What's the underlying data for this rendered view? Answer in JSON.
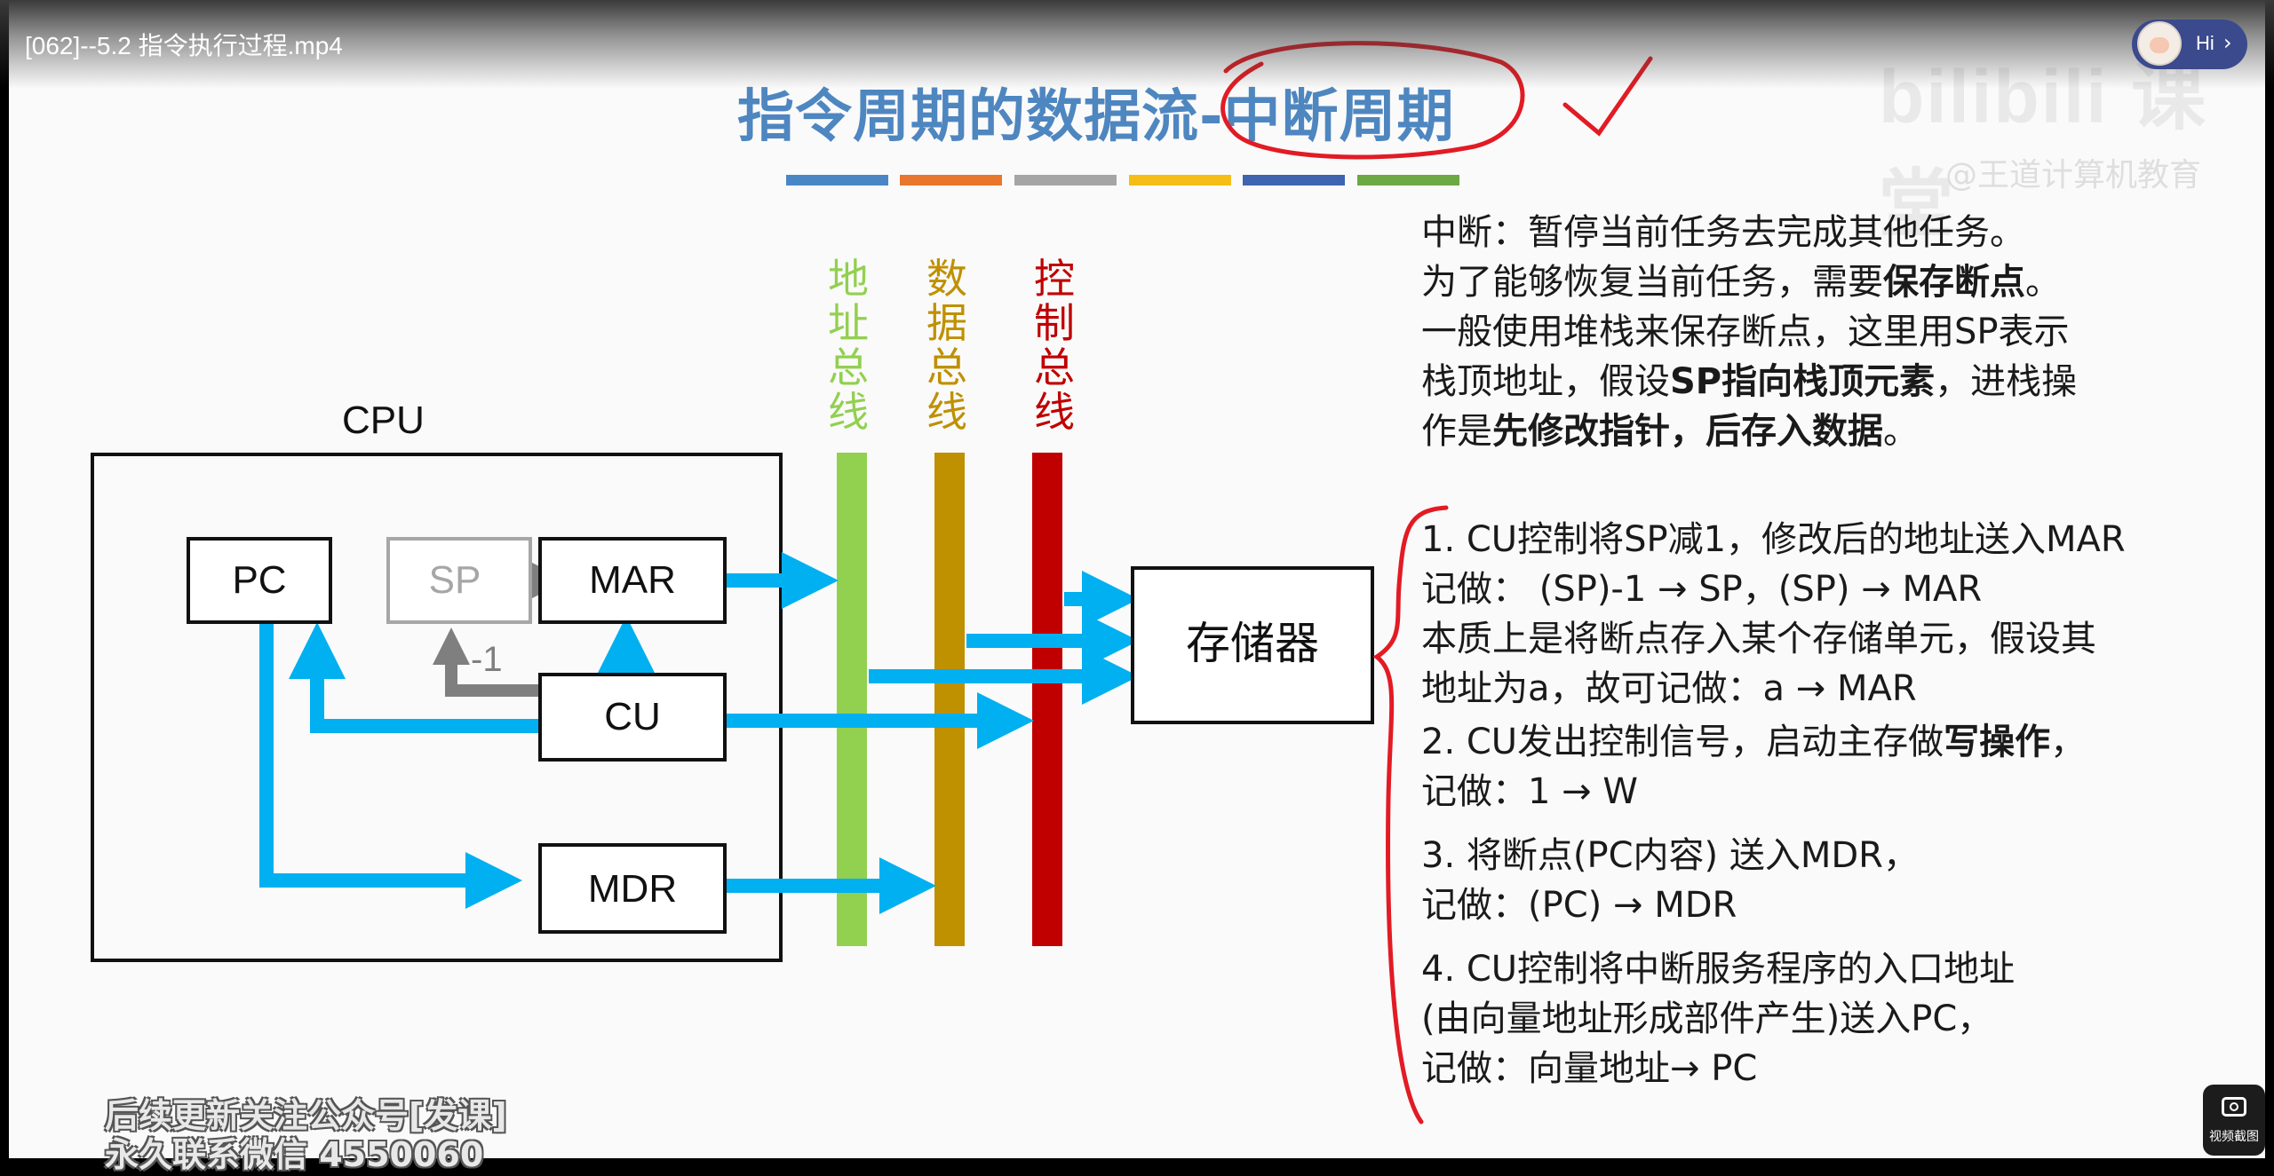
{
  "video": {
    "title": "[062]--5.2 指令执行过程.mp4",
    "assistant_label": "Hi",
    "screenshot_label": "视频截图"
  },
  "watermark": {
    "logo": "bilibili 课堂",
    "author": "@王道计算机教育"
  },
  "slide": {
    "title": "指令周期的数据流-中断周期",
    "title_bar_colors": [
      "#4a86c6",
      "#e8762c",
      "#a5a5a5",
      "#f5bd16",
      "#3f64b0",
      "#6ca844"
    ],
    "annotation_color": "#e21b24"
  },
  "diagram": {
    "cpu_label": "CPU",
    "registers": {
      "pc": "PC",
      "sp": "SP",
      "mar": "MAR",
      "cu": "CU",
      "mdr": "MDR"
    },
    "minus_one": "-1",
    "memory": "存储器",
    "buses": {
      "address": [
        "地",
        "址",
        "总",
        "线"
      ],
      "data": [
        "数",
        "据",
        "总",
        "线"
      ],
      "control": [
        "控",
        "制",
        "总",
        "线"
      ]
    },
    "colors": {
      "address_bus": "#92d050",
      "data_bus": "#bf9000",
      "control_bus": "#c00000",
      "arrow": "#00b0f0",
      "gray_arrow": "#7f7f7f"
    }
  },
  "notes": {
    "intro": [
      {
        "parts": [
          {
            "t": "中断：暂停当前任务去完成其他任务。",
            "b": false
          }
        ]
      },
      {
        "parts": [
          {
            "t": "为了能够恢复当前任务，需要",
            "b": false
          },
          {
            "t": "保存断点",
            "b": true
          },
          {
            "t": "。",
            "b": false
          }
        ]
      },
      {
        "parts": [
          {
            "t": "一般使用堆栈来保存断点，这里用SP表示",
            "b": false
          }
        ]
      },
      {
        "parts": [
          {
            "t": "栈顶地址，假设",
            "b": false
          },
          {
            "t": "SP指向栈顶元素",
            "b": true
          },
          {
            "t": "，进栈操",
            "b": false
          }
        ]
      },
      {
        "parts": [
          {
            "t": "作是",
            "b": false
          },
          {
            "t": "先修改指针，后存入数据",
            "b": true
          },
          {
            "t": "。",
            "b": false
          }
        ]
      }
    ],
    "steps": [
      {
        "lines": [
          {
            "parts": [
              {
                "t": "1. CU控制将SP减1，修改后的地址送入MAR",
                "b": false
              }
            ]
          },
          {
            "parts": [
              {
                "t": "记做： (SP)-1 → SP，(SP) → MAR",
                "b": false
              }
            ]
          },
          {
            "parts": [
              {
                "t": "本质上是将断点存入某个存储单元，假设其",
                "b": false
              }
            ]
          },
          {
            "parts": [
              {
                "t": "地址为a，故可记做：a → MAR",
                "b": false
              }
            ]
          }
        ]
      },
      {
        "lines": [
          {
            "parts": [
              {
                "t": "2. CU发出控制信号，启动主存做",
                "b": false
              },
              {
                "t": "写操作",
                "b": true
              },
              {
                "t": "，",
                "b": false
              }
            ]
          },
          {
            "parts": [
              {
                "t": "记做：1 → W",
                "b": false
              }
            ]
          }
        ]
      },
      {
        "lines": [
          {
            "parts": [
              {
                "t": "3. 将断点(PC内容) 送入MDR，",
                "b": false
              }
            ]
          },
          {
            "parts": [
              {
                "t": "记做：(PC) → MDR",
                "b": false
              }
            ]
          }
        ]
      },
      {
        "lines": [
          {
            "parts": [
              {
                "t": "4. CU控制将中断服务程序的入口地址",
                "b": false
              }
            ]
          },
          {
            "parts": [
              {
                "t": "(由向量地址形成部件产生)送入PC，",
                "b": false
              }
            ]
          },
          {
            "parts": [
              {
                "t": "记做：向量地址→ PC",
                "b": false
              }
            ]
          }
        ]
      }
    ]
  },
  "footer_watermark": [
    "后续更新关注公众号[发课]",
    "永久联系微信 4550060"
  ]
}
